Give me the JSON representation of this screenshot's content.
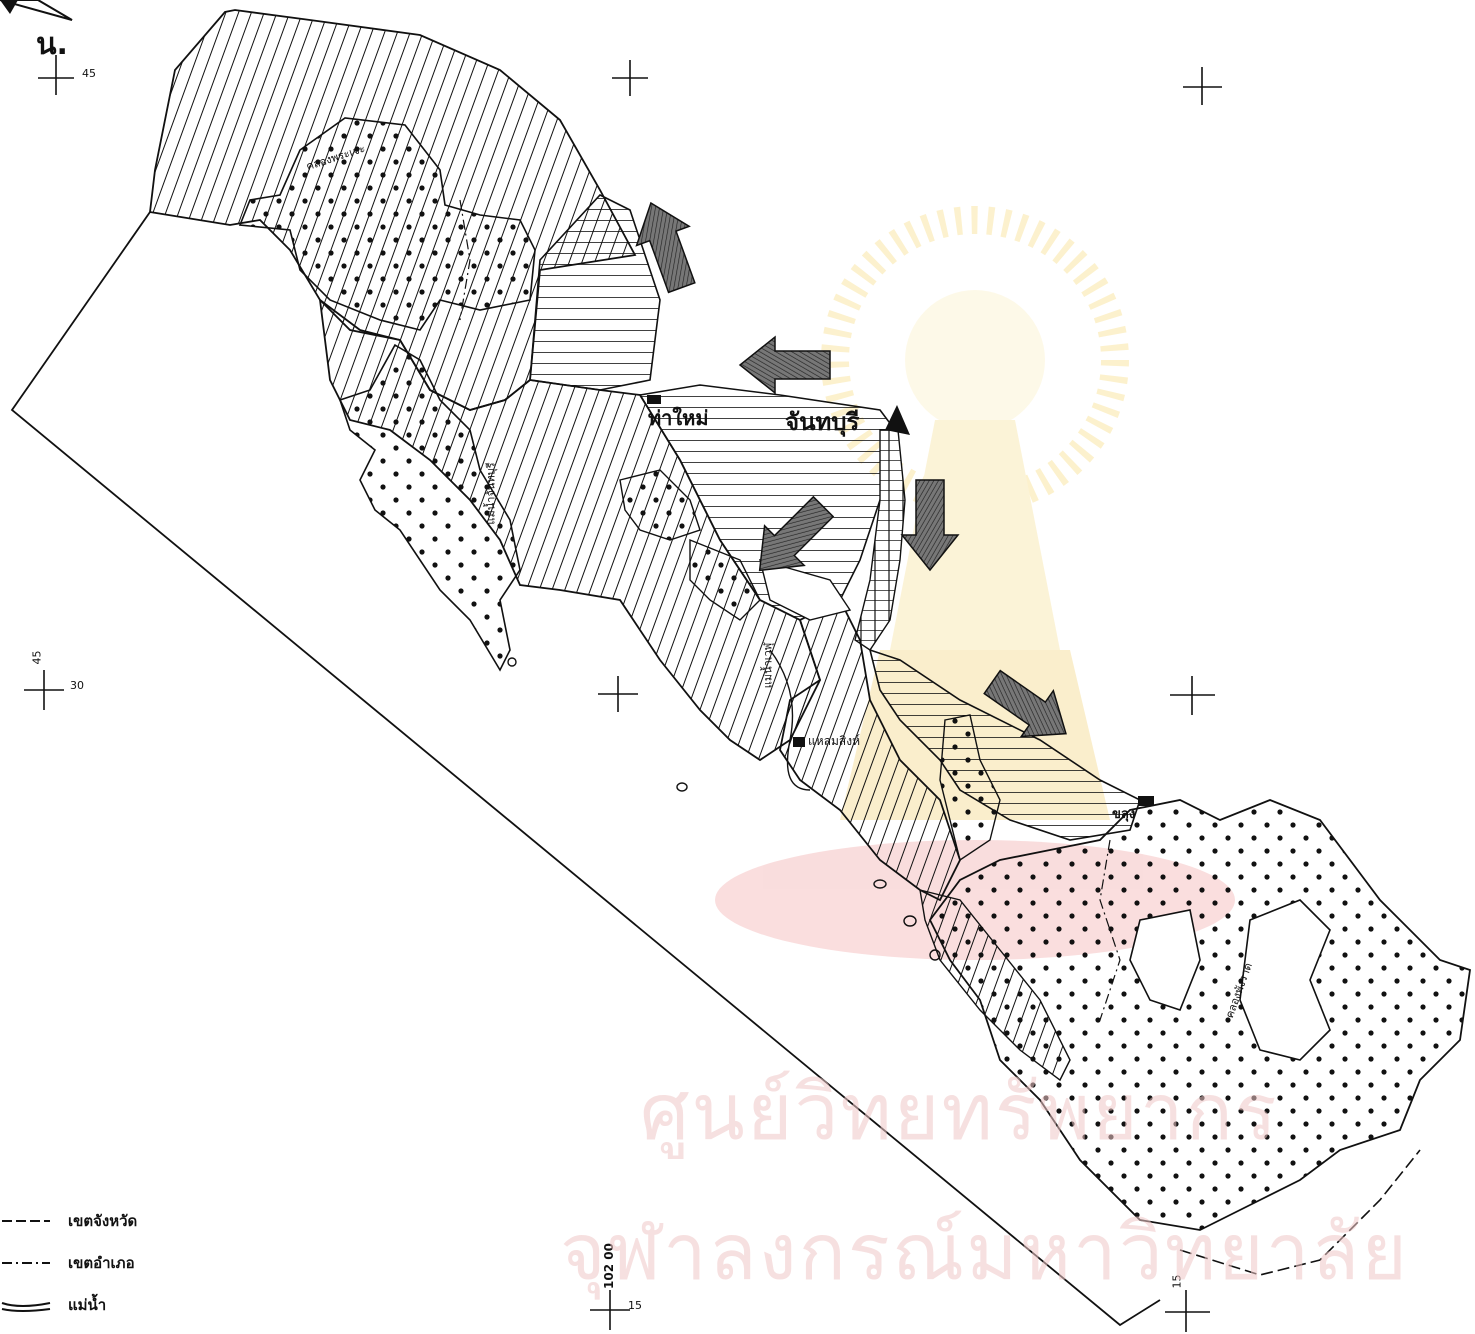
{
  "north": {
    "label": "น."
  },
  "coords": {
    "top_left": "45",
    "left_mid": "30",
    "left_mid_min": "45",
    "bottom_mid": "15",
    "bottom_mid_deg": "102 00",
    "bottom_right": "15"
  },
  "places": {
    "klong_phraeng": "คลองพระเจะ",
    "tha_mai": "ท่าใหม่",
    "chanthaburi": "จันทบุรี",
    "kla_ngae": "ขลุง",
    "laem_sing": "แหลมสิงห์",
    "river_a": "แม่น้ำจันทบุรี",
    "river_b": "แม่น้ำเวฬุ",
    "river_c": "คลองพังราด"
  },
  "legend": [
    {
      "label": "เขตจังหวัด",
      "line": "dash-long"
    },
    {
      "label": "เขตอำเภอ",
      "line": "dash-dot"
    },
    {
      "label": "แม่น้ำ",
      "line": "river"
    }
  ],
  "watermark": {
    "line1": "ศูนย์วิทยทรัพยากร",
    "line2": "จุฬาลงกรณ์มหาวิทยาลัย"
  },
  "colors": {
    "ink": "#111111",
    "arrow": "#555555",
    "watermark": "#f3c9c9",
    "crest": "#f6d67a"
  }
}
